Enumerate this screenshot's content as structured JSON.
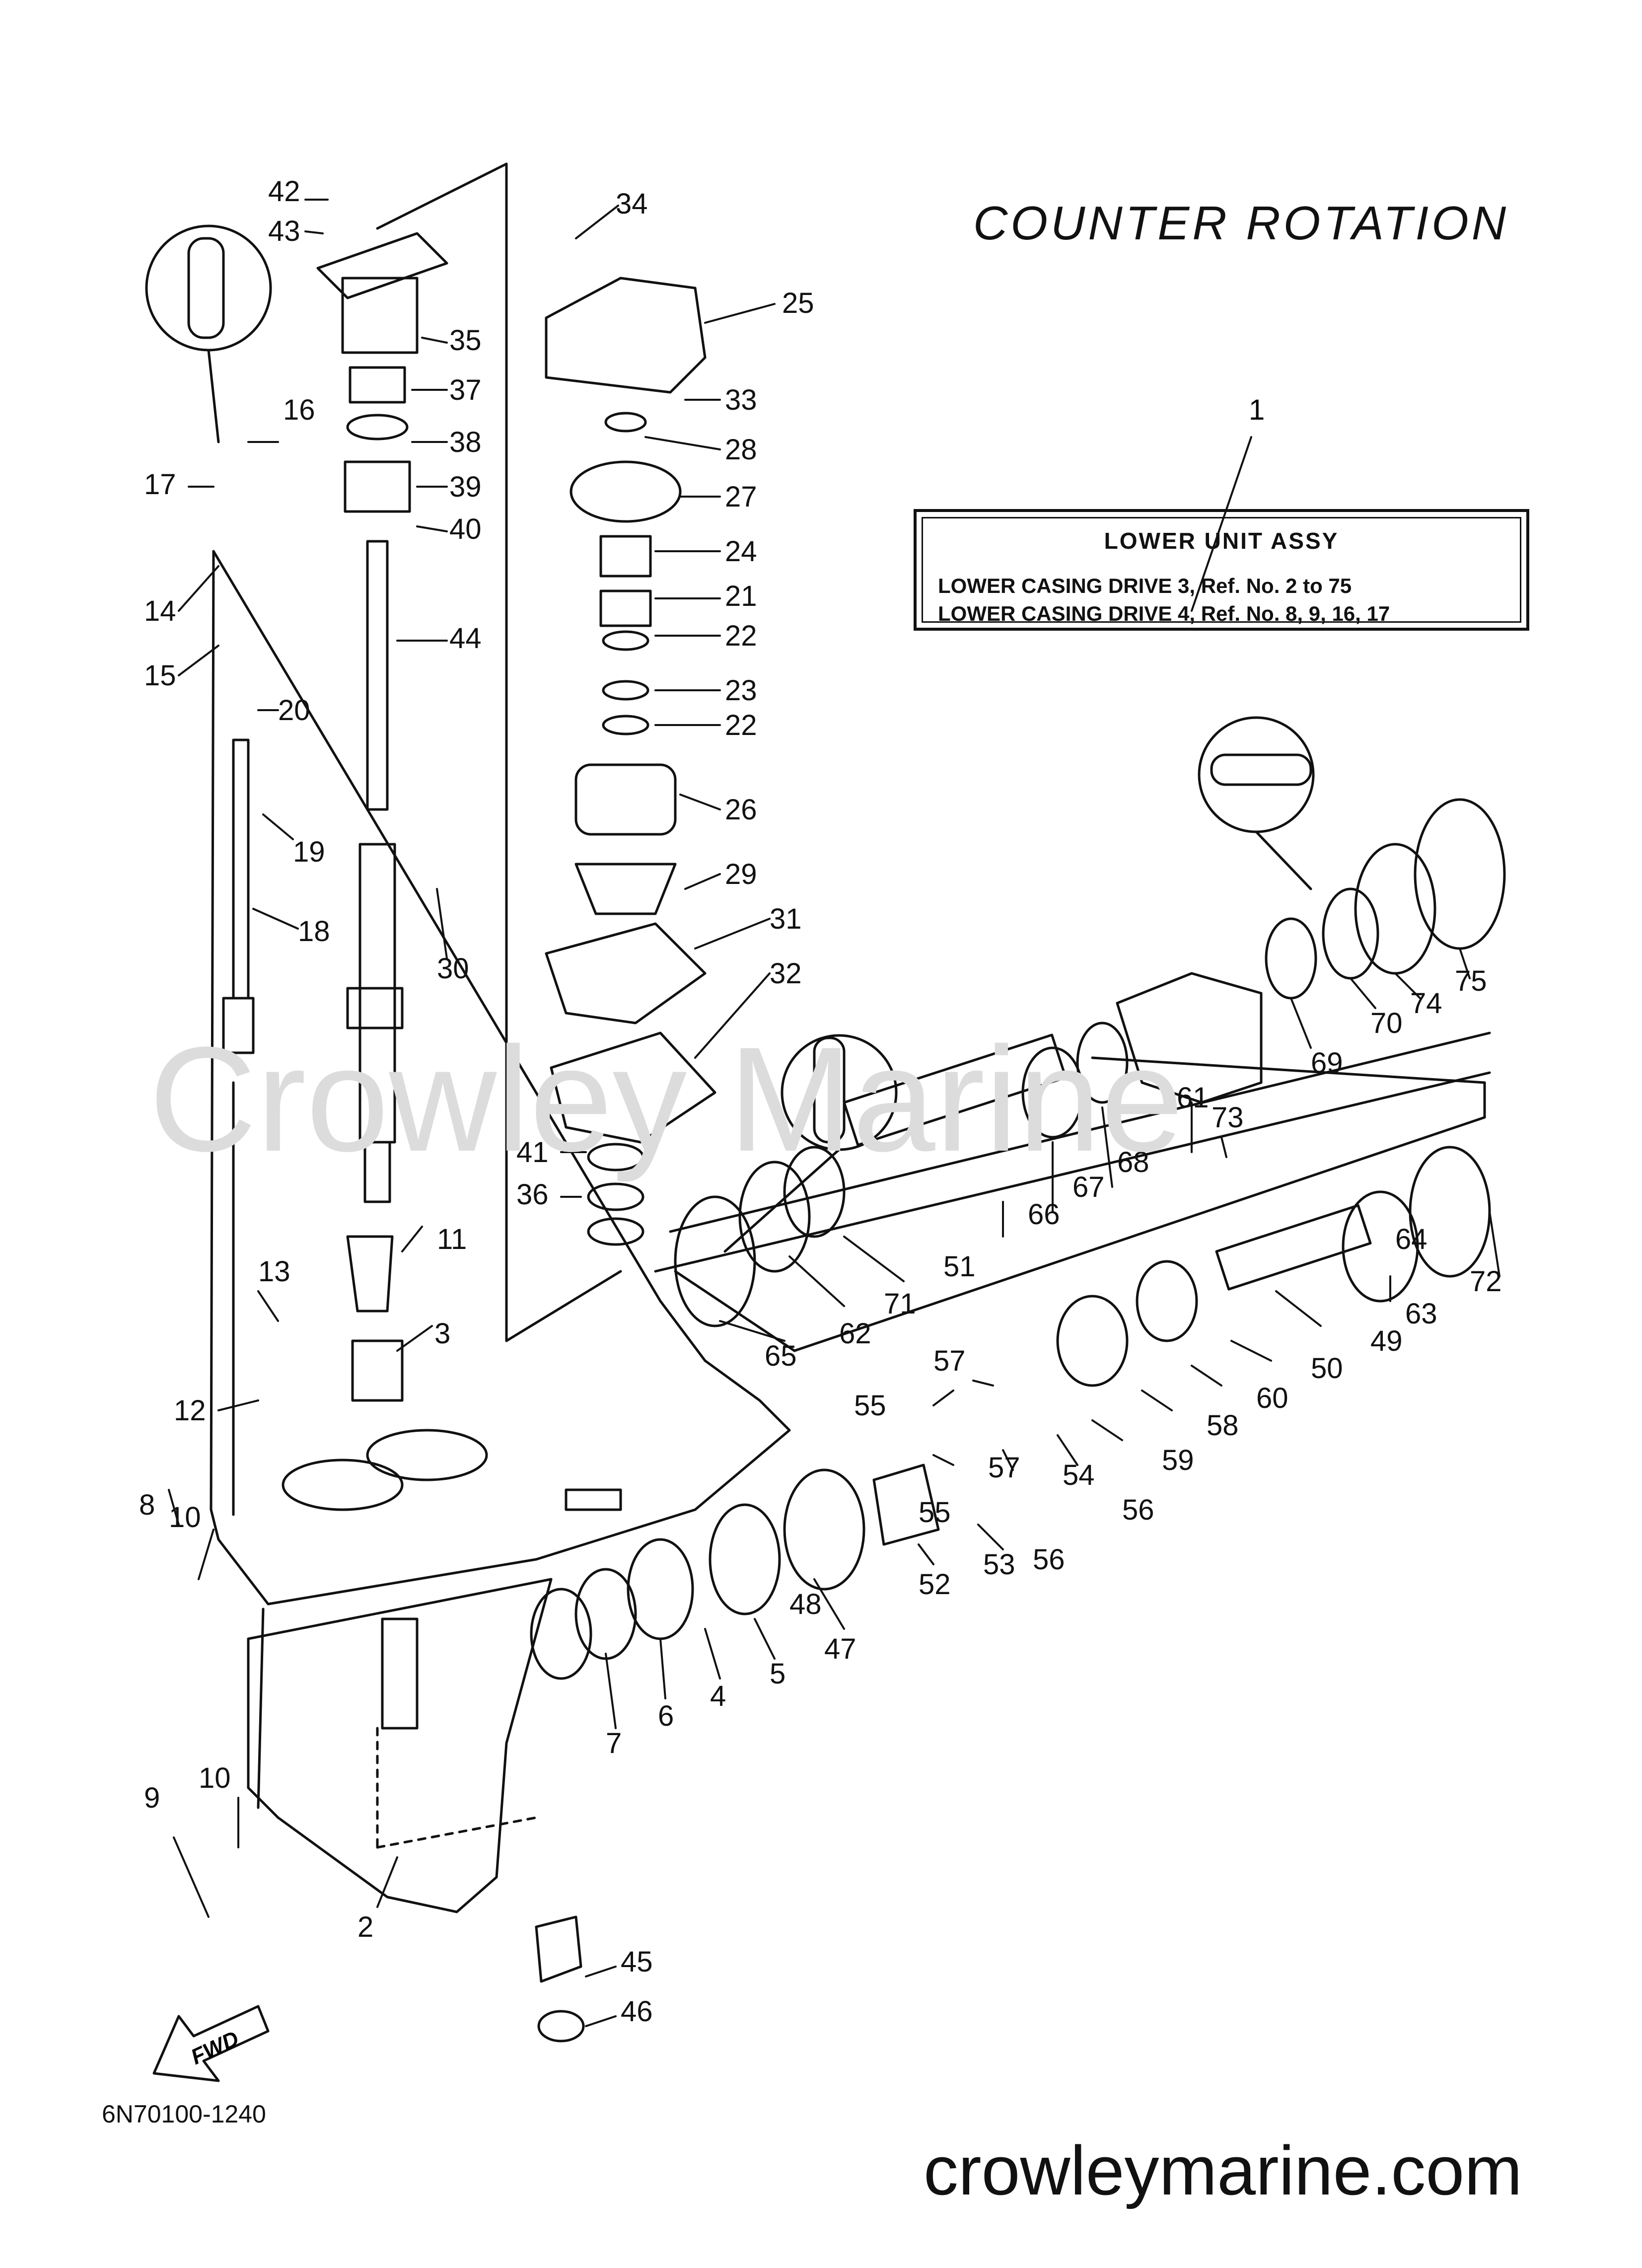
{
  "title": "COUNTER  ROTATION",
  "assembly": {
    "ref": "1",
    "heading": "LOWER UNIT ASSY",
    "line1": "LOWER CASING DRIVE 3, Ref. No. 2 to 75",
    "line2": "LOWER CASING DRIVE 4, Ref. No. 8, 9, 16, 17"
  },
  "drawing_code": "6N70100-1240",
  "website": "crowleymarine.com",
  "watermark": "Crowley Marine",
  "fwd_label": "FWD",
  "callouts": [
    "42",
    "43",
    "34",
    "25",
    "35",
    "37",
    "33",
    "16",
    "38",
    "28",
    "17",
    "39",
    "27",
    "40",
    "24",
    "14",
    "21",
    "44",
    "22",
    "15",
    "23",
    "20",
    "22",
    "26",
    "19",
    "29",
    "30",
    "18",
    "31",
    "32",
    "41",
    "36",
    "11",
    "13",
    "3",
    "12",
    "8",
    "10",
    "9",
    "10",
    "2",
    "45",
    "46",
    "7",
    "6",
    "4",
    "5",
    "48",
    "47",
    "52",
    "53",
    "55",
    "55",
    "57",
    "57",
    "54",
    "56",
    "56",
    "59",
    "58",
    "60",
    "50",
    "49",
    "63",
    "64",
    "72",
    "51",
    "71",
    "62",
    "65",
    "66",
    "67",
    "68",
    "61",
    "73",
    "69",
    "70",
    "74",
    "75"
  ]
}
